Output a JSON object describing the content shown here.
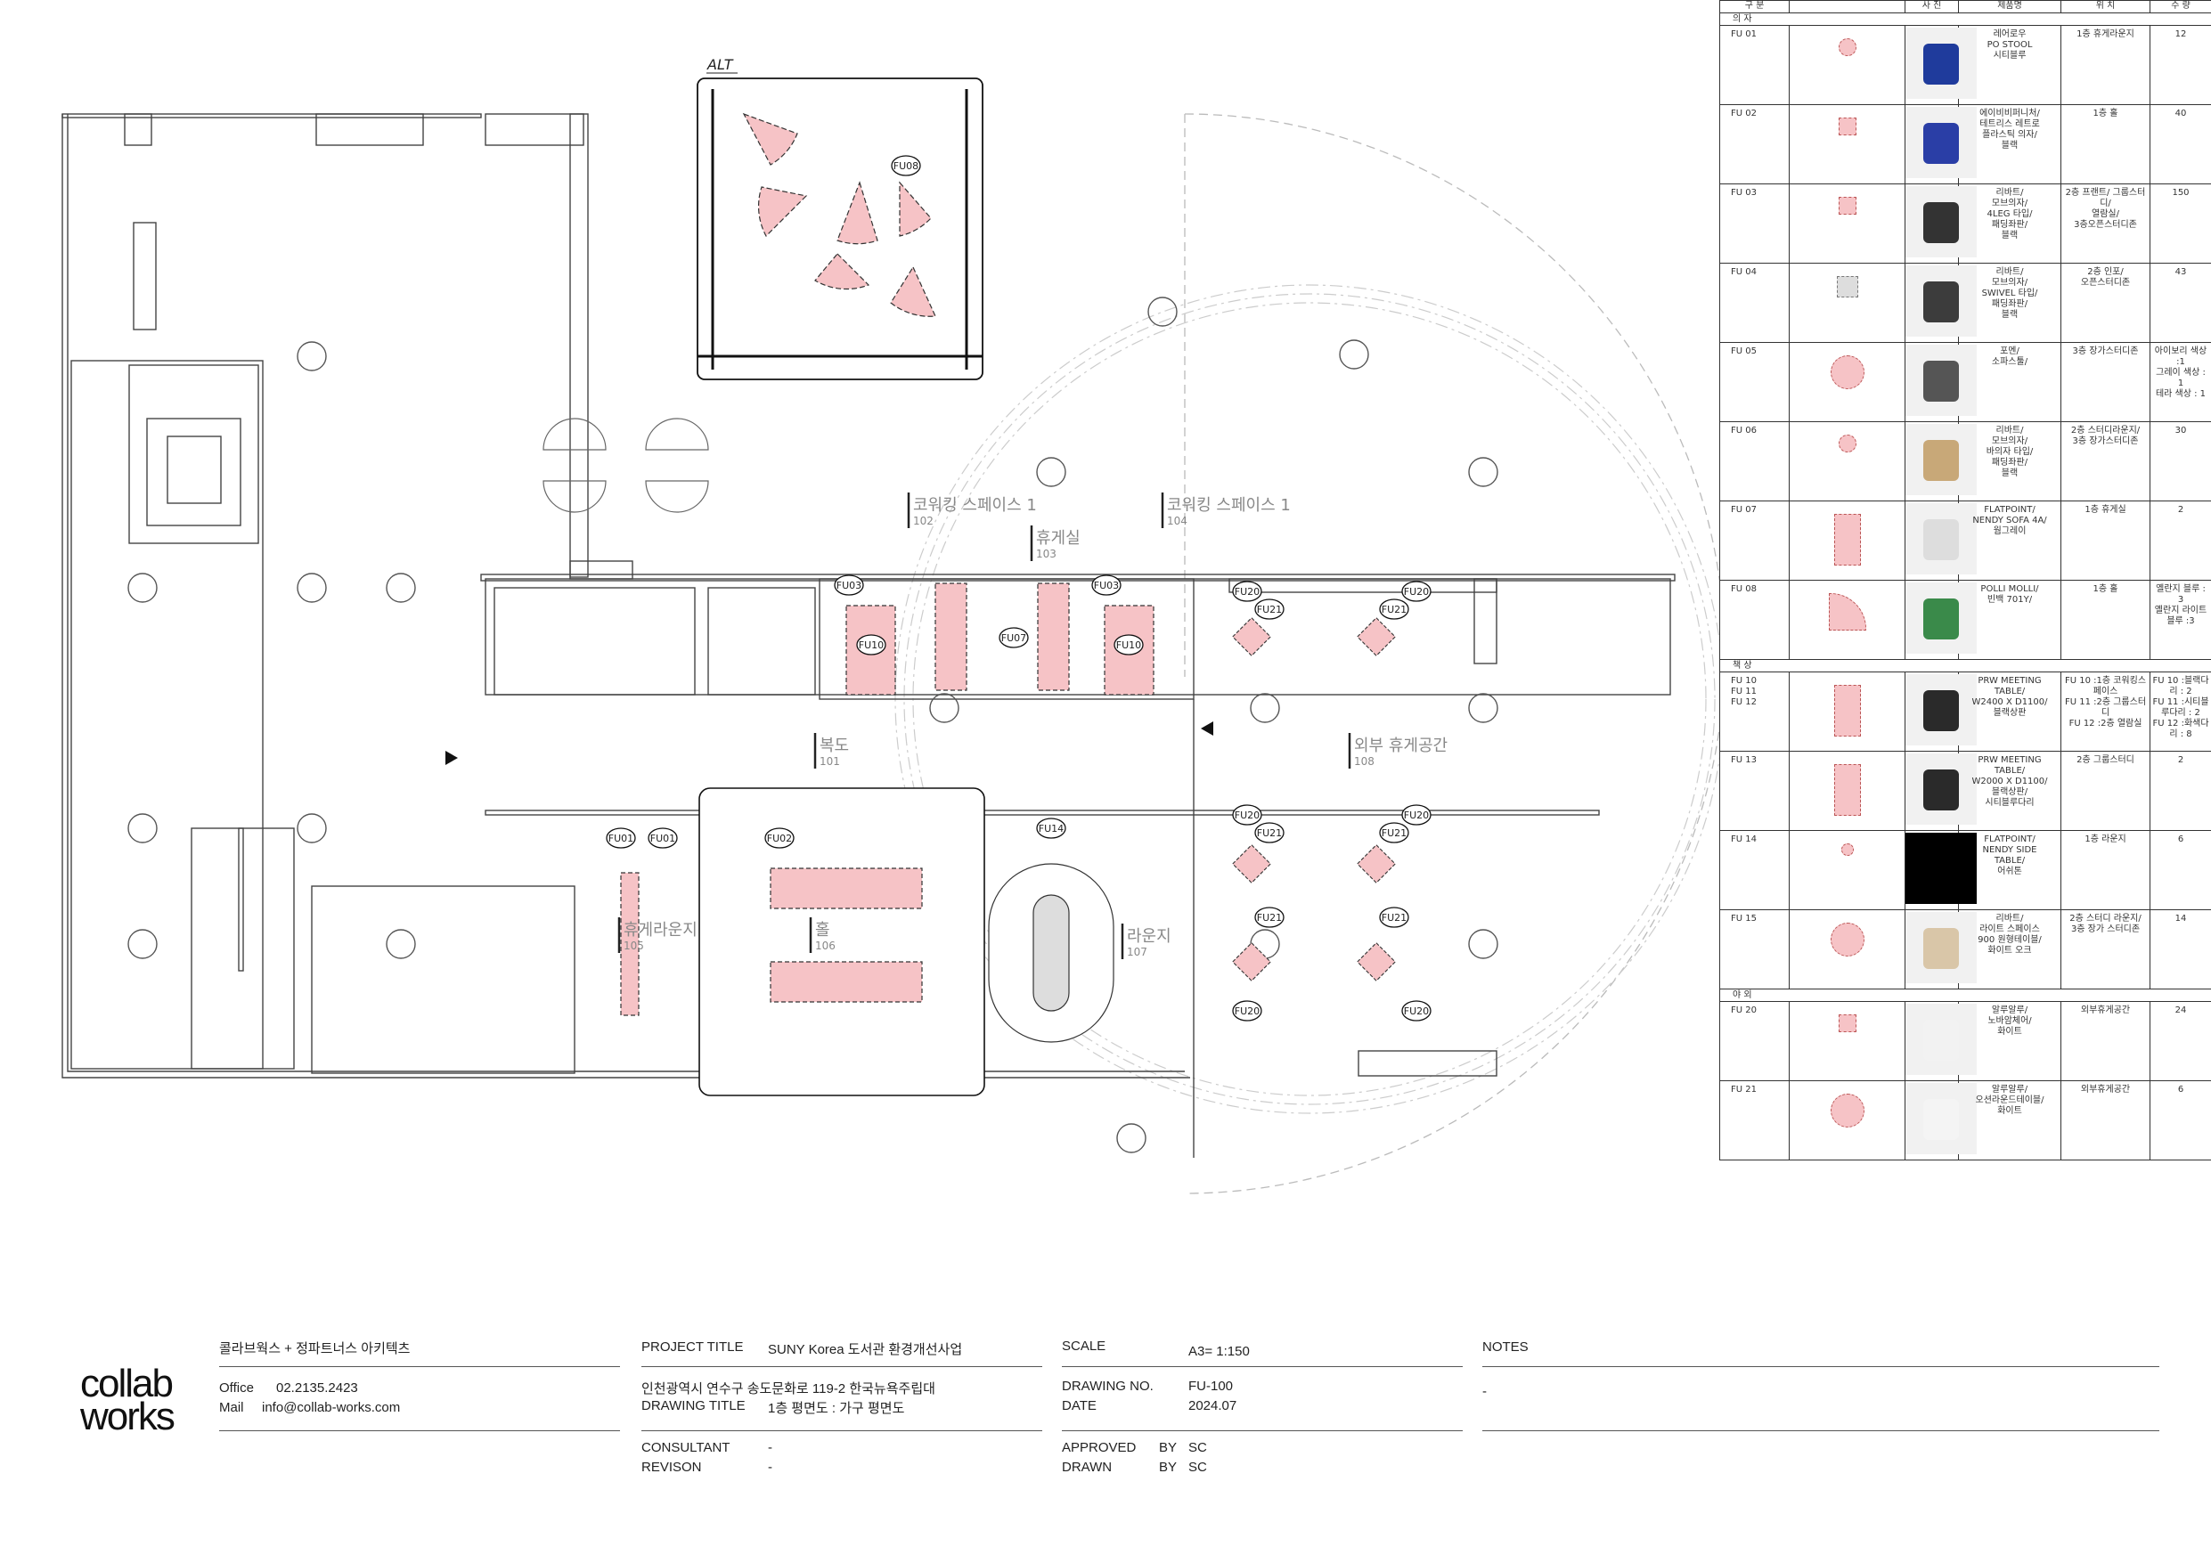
{
  "plan": {
    "alt_label": "ALT",
    "rooms": [
      {
        "name": "코워킹 스페이스 1",
        "num": "102"
      },
      {
        "name": "휴게실",
        "num": "103"
      },
      {
        "name": "코워킹 스페이스 1",
        "num": "104"
      },
      {
        "name": "복도",
        "num": "101"
      },
      {
        "name": "외부 휴게공간",
        "num": "108"
      },
      {
        "name": "휴게라운지",
        "num": "105"
      },
      {
        "name": "홀",
        "num": "106"
      },
      {
        "name": "라운지",
        "num": "107"
      }
    ],
    "tags": [
      "FU08",
      "FU03",
      "FU10",
      "FU03",
      "FU10",
      "FU07",
      "FU20",
      "FU21",
      "FU20",
      "FU21",
      "FU01",
      "FU01",
      "FU02",
      "FU14",
      "FU20",
      "FU21",
      "FU20",
      "FU21",
      "FU21",
      "FU21",
      "FU20",
      "FU20"
    ]
  },
  "schedule": {
    "headers": [
      "구 분",
      "사 진",
      "제품명",
      "위 치",
      "수 량"
    ],
    "sections": [
      {
        "title": "의 자",
        "items": [
          {
            "code": "FU 01",
            "name": "레어로우\nPO STOOL\n시티블루",
            "location": "1층 휴게라운지",
            "qty": "12",
            "sym": "circle",
            "photo": "stool-photo"
          },
          {
            "code": "FU 02",
            "name": "에이비비퍼니처/\n테트리스 레트로\n플라스틱 의자/\n블랙",
            "location": "1층 홀",
            "qty": "40",
            "sym": "square",
            "photo": "tetris-chair-photo"
          },
          {
            "code": "FU 03",
            "name": "리바트/\n모브의자/\n4LEG 타입/\n패딩좌판/\n블랙",
            "location": "2층 프랜트/ 그룹스터디/\n열람실/\n3층오픈스터디존",
            "qty": "150",
            "sym": "square",
            "photo": "sled-chair-photo"
          },
          {
            "code": "FU 04",
            "name": "리바트/\n모브의자/\nSWIVEL 타입/\n패딩좌판/\n블랙",
            "location": "2층 인포/\n오픈스터디존",
            "qty": "43",
            "sym": "square-grey",
            "photo": "swivel-chair-photo"
          },
          {
            "code": "FU 05",
            "name": "포멘/\n소파스툴/",
            "location": "3층 장가스터디존",
            "qty": "아이보리 색상 :1\n그레이 색상 : 1\n테라 색상 : 1",
            "sym": "circle-large",
            "photo": "pouf-photo"
          },
          {
            "code": "FU 06",
            "name": "리바트/\n모브의자/\n바의자 타입/\n패딩좌판/\n블랙",
            "location": "2층 스터디라운지/\n3층 장가스터디존",
            "qty": "30",
            "sym": "circle",
            "photo": "bar-chair-photo"
          },
          {
            "code": "FU 07",
            "name": "FLATPOINT/\nNENDY SOFA 4A/\n웜그레이",
            "location": "1층 휴게실",
            "qty": "2",
            "sym": "rect-tall",
            "photo": "sofa-photo"
          },
          {
            "code": "FU 08",
            "name": "POLLI MOLLI/\n빈백 701Y/",
            "location": "1층 홀",
            "qty": "옐란지 블루 : 3\n옐란지 라이트 블루 :3",
            "sym": "wedge",
            "photo": "beanbag-photo"
          }
        ]
      },
      {
        "title": "책 상",
        "items": [
          {
            "code": "FU 10\nFU 11\nFU 12",
            "name": "PRW MEETING\nTABLE/\nW2400 X D1100/\n블랙상판",
            "location": "FU 10 :1층 코워킹스페이스\nFU 11 :2층 그룹스터디\nFU 12 :2층 열람실",
            "qty": "FU 10 :블랙다리 : 2\nFU 11 :시티블루다리 : 2\nFU 12 :화색다리 : 8",
            "sym": "rect-tall",
            "photo": "meeting-table-photo"
          },
          {
            "code": "FU 13",
            "name": "PRW MEETING\nTABLE/\nW2000 X D1100/\n블랙상판/\n시티블루다리",
            "location": "2층 그룹스터디",
            "qty": "2",
            "sym": "rect-tall",
            "photo": "meeting-table-photo"
          },
          {
            "code": "FU 14",
            "name": "FLATPOINT/\nNENDY SIDE\nTABLE/\n어쉬톤",
            "location": "1층 라운지",
            "qty": "6",
            "sym": "circle-small",
            "photo": "side-table-photo"
          },
          {
            "code": "FU 15",
            "name": "리바트/\n라이트 스페이스\n900 원형테이블/\n화이트 오크",
            "location": "2층 스터디 라운지/\n3층 장가 스터디존",
            "qty": "14",
            "sym": "circle-large",
            "photo": "round-table-photo"
          }
        ]
      },
      {
        "title": "야 외",
        "items": [
          {
            "code": "FU 20",
            "name": "알루알루/\n노바암체어/\n화이트",
            "location": "외부휴게공간",
            "qty": "24",
            "sym": "square",
            "photo": "armchair-photo"
          },
          {
            "code": "FU 21",
            "name": "알루알루/\n오션라운드테이블/\n화이트",
            "location": "외부휴게공간",
            "qty": "6",
            "sym": "circle-large",
            "photo": "outdoor-table-photo"
          }
        ]
      }
    ]
  },
  "title_block": {
    "logo_line1": "collab",
    "logo_line2": "works",
    "company": "콜라브웍스 + 정파트너스 아키텍츠",
    "office_label": "Office",
    "office_value": "02.2135.2423",
    "mail_label": "Mail",
    "mail_value": "info@collab-works.com",
    "project_title_label": "PROJECT TITLE",
    "project_title_value": "SUNY Korea 도서관 환경개선사업",
    "address": "인천광역시 연수구 송도문화로 119-2 한국뉴욕주립대",
    "drawing_title_label": "DRAWING TITLE",
    "drawing_title_value": "1층 평면도 : 가구 평면도",
    "consultant_label": "CONSULTANT",
    "consultant_value": "-",
    "revision_label": "REVISON",
    "revision_value": "-",
    "scale_label": "SCALE",
    "scale_value": "A3= 1:150",
    "drawing_no_label": "DRAWING NO.",
    "drawing_no_value": "FU-100",
    "date_label": "DATE",
    "date_value": "2024.07",
    "approved_label": "APPROVED",
    "approved_by": "BY",
    "approved_value": "SC",
    "drawn_label": "DRAWN",
    "drawn_by": "BY",
    "drawn_value": "SC",
    "notes_label": "NOTES",
    "notes_value": "-"
  }
}
